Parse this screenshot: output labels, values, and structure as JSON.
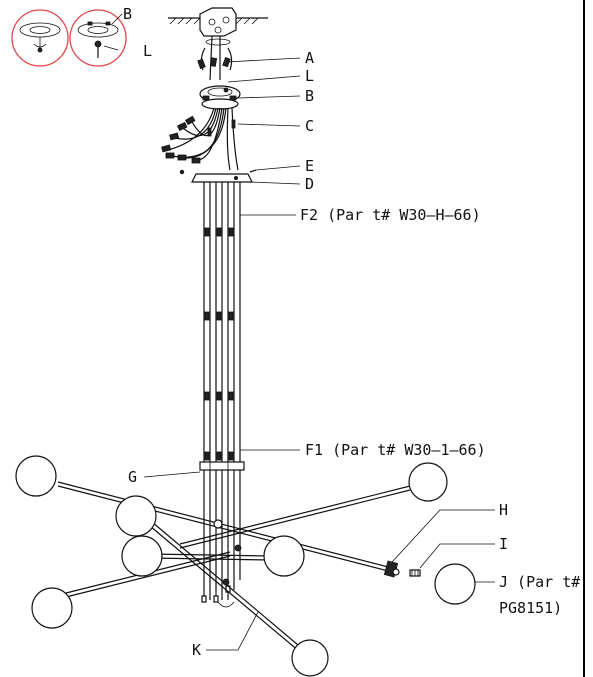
{
  "callouts": {
    "A": "A",
    "L": "L",
    "B": "B",
    "C": "C",
    "E": "E",
    "D": "D",
    "F2": "F2 (Par t# W30–H–66)",
    "F1": "F1 (Par t# W30–1–66)",
    "G": "G",
    "H": "H",
    "I": "I",
    "J_line1": "J (Par t#",
    "J_line2": "PG8151)",
    "K": "K"
  },
  "inset": {
    "B": "B",
    "L": "L"
  },
  "colors": {
    "ink": "#111111",
    "inset_circle": "#e0464a",
    "frame": "#000000"
  }
}
